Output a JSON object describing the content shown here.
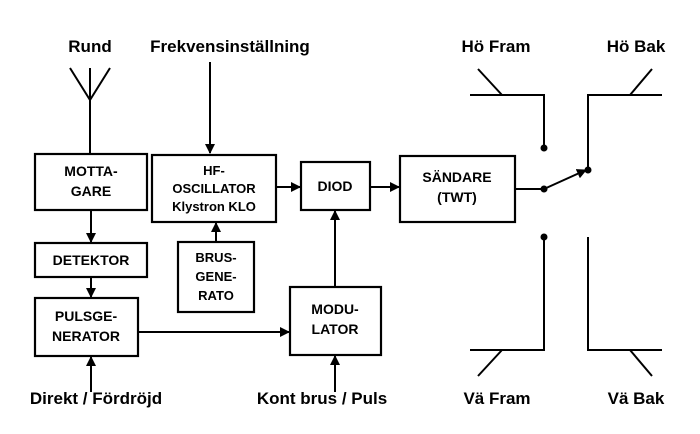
{
  "labels": {
    "rund": "Rund",
    "frekvens": "Frekvensinställning",
    "ho_fram": "Hö Fram",
    "ho_bak": "Hö Bak",
    "va_fram": "Vä Fram",
    "va_bak": "Vä Bak",
    "direkt": "Direkt / Fördröjd",
    "kont": "Kont brus / Puls"
  },
  "blocks": {
    "mottagare": [
      "MOTTA-",
      "GARE"
    ],
    "detektor": [
      "DETEKTOR"
    ],
    "pulsgenerator": [
      "PULSGE-",
      "NERATOR"
    ],
    "hf_oscillator": [
      "HF-",
      "OSCILLATOR",
      "Klystron KLO"
    ],
    "brusgenerator": [
      "BRUS-",
      "GENE-",
      "RATO"
    ],
    "diod": [
      "DIOD"
    ],
    "modulator": [
      "MODU-",
      "LATOR"
    ],
    "sandare": [
      "SÄNDARE",
      "(TWT)"
    ]
  }
}
